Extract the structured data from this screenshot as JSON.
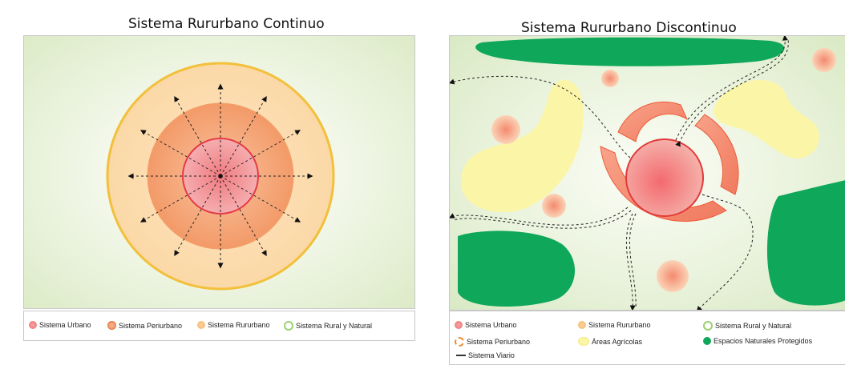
{
  "left": {
    "title": "Sistema Rururbano Continuo",
    "legend": [
      {
        "icon": "urbano",
        "label": "Sistema Urbano"
      },
      {
        "icon": "peri",
        "label": "Sistema Periurbano"
      },
      {
        "icon": "rur",
        "label": "Sistema Rururbano"
      },
      {
        "icon": "rural",
        "label": "Sistema Rural y Natural"
      }
    ]
  },
  "right": {
    "title": "Sistema Rururbano Discontinuo",
    "legend": [
      {
        "icon": "urbano",
        "label": "Sistema Urbano"
      },
      {
        "icon": "rur",
        "label": "Sistema Rururbano"
      },
      {
        "icon": "rural",
        "label": "Sistema Rural y Natural"
      },
      {
        "icon": "peri-ring",
        "label": "Sistema Periurbano"
      },
      {
        "icon": "agri",
        "label": "Áreas Agrícolas"
      },
      {
        "icon": "esp",
        "label": "Espacios Naturales Protegidos"
      },
      {
        "icon": "viario",
        "label": "Sistema Viario"
      }
    ]
  },
  "colors": {
    "urbano": "#ea6f74",
    "periurbano": "#ee8754",
    "rururbano": "#f6b56a",
    "rural": "#9cd070",
    "agricola": "#fbf6a7",
    "espacios": "#0fa759"
  }
}
